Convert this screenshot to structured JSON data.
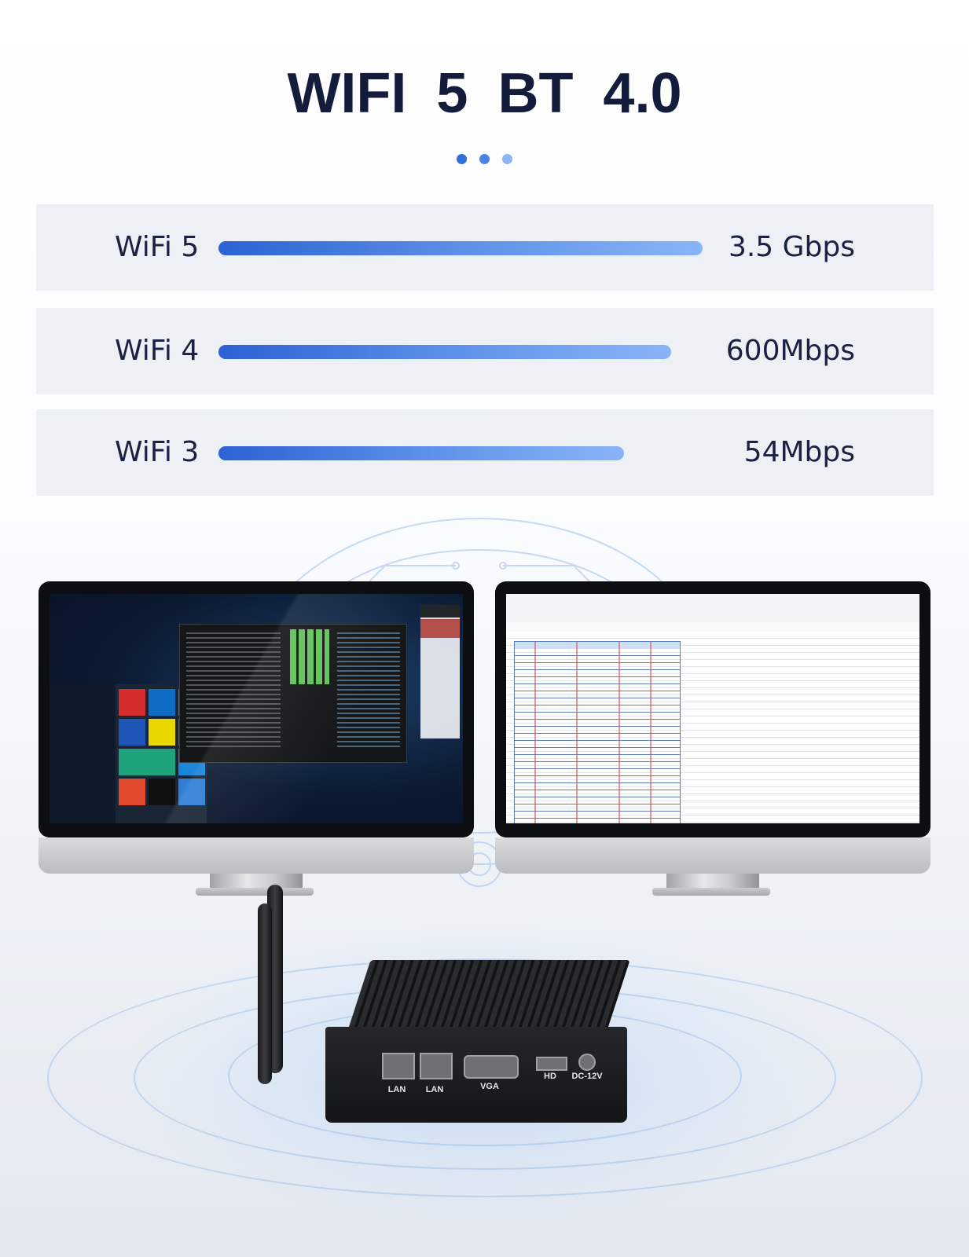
{
  "header": {
    "title": "WIFI 5  BT 4.0",
    "dot_colors": [
      "#2f6fdc",
      "#4b84e2",
      "#8db3f0"
    ]
  },
  "speed_rows": [
    {
      "label": "WiFi 5",
      "value": "3.5 Gbps",
      "fill": 0.92
    },
    {
      "label": "WiFi 4",
      "value": "600Mbps",
      "fill": 0.86
    },
    {
      "label": "WiFi 3",
      "value": "54Mbps",
      "fill": 0.77
    }
  ],
  "colors": {
    "title": "#141c3c",
    "row_bg": "#edf0f4",
    "bar_start": "#2c62d4",
    "bar_end": "#8ab4f8"
  },
  "device": {
    "ports": [
      "LAN",
      "LAN",
      "VGA",
      "HD",
      "DC-12V"
    ]
  }
}
